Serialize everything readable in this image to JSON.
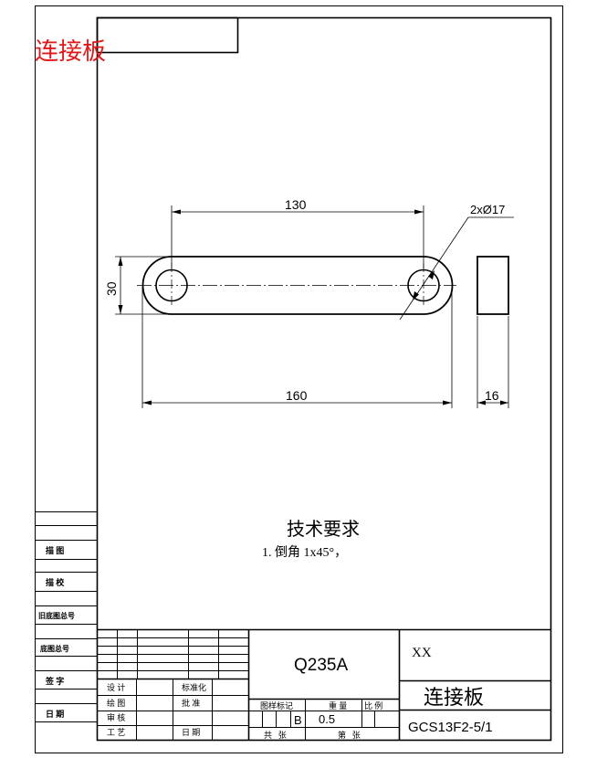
{
  "part_label": "连接板",
  "dims": {
    "top_length": "130",
    "hole_callout": "2xØ17",
    "height": "30",
    "overall_length": "160",
    "thickness": "16"
  },
  "tech_req": {
    "title": "技术要求",
    "item1": "1. 倒角 1x45°，"
  },
  "left_strip": {
    "l1": "描 图",
    "l2": "描 校",
    "l3": "旧底图总号",
    "l4": "底图总号",
    "l5": "签 字",
    "l6": "日 期"
  },
  "title_block": {
    "material": "Q235A",
    "company": "XX",
    "part_name": "连接板",
    "drawing_no": "GCS13F2-5/1",
    "design": "设 计",
    "drawn": "绘 图",
    "check": "审 核",
    "process": "工 艺",
    "standard": "标准化",
    "approve": "批 准",
    "date": "日 期",
    "stage_label": "图样标记",
    "weight_label": "重 量",
    "scale_label": "比 例",
    "stage_value": "B",
    "weight_value": "0.5",
    "total_label": "共   张",
    "sheet_label": "第   张"
  }
}
